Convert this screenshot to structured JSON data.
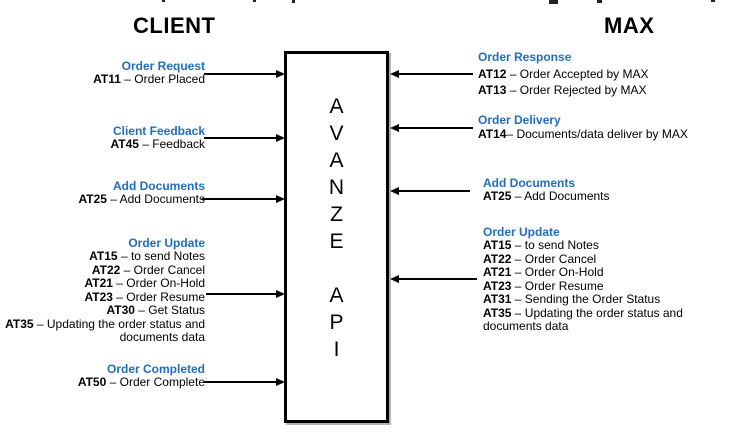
{
  "titles": {
    "client": "CLIENT",
    "max": "MAX"
  },
  "api_box": {
    "letters": [
      "A",
      "V",
      "A",
      "N",
      "Z",
      "E",
      "",
      "A",
      "P",
      "I"
    ]
  },
  "colors": {
    "heading_blue": "#1f6fbe",
    "body_text": "#000000",
    "arrow": "#000000"
  },
  "client_sections": [
    {
      "heading": "Order Request",
      "lines": [
        {
          "code": "AT11",
          "rest": " – Order Placed"
        }
      ]
    },
    {
      "heading": "Client Feedback",
      "lines": [
        {
          "code": "AT45",
          "rest": " – Feedback"
        }
      ]
    },
    {
      "heading": "Add Documents",
      "lines": [
        {
          "code": "AT25",
          "rest": " – Add Documents"
        }
      ]
    },
    {
      "heading": "Order Update",
      "lines": [
        {
          "code": "AT15",
          "rest": " – to send Notes"
        },
        {
          "code": "AT22",
          "rest": " – Order Cancel"
        },
        {
          "code": "AT21",
          "rest": " – Order On-Hold"
        },
        {
          "code": "AT23",
          "rest": " – Order Resume"
        },
        {
          "code": "AT30",
          "rest": " – Get Status"
        },
        {
          "code": "AT35",
          "rest": " – Updating the order status and\ndocuments data"
        }
      ]
    },
    {
      "heading": "Order Completed",
      "lines": [
        {
          "code": "AT50",
          "rest": " – Order Complete"
        }
      ]
    }
  ],
  "max_sections": [
    {
      "heading": "Order Response",
      "lines": [
        {
          "code": "AT12",
          "rest": " – Order Accepted by MAX"
        },
        {
          "code": "AT13",
          "rest": " – Order Rejected by MAX"
        }
      ]
    },
    {
      "heading": "Order Delivery",
      "lines": [
        {
          "code": "AT14",
          "rest": "– Documents/data deliver by MAX"
        }
      ]
    },
    {
      "heading": "Add Documents",
      "lines": [
        {
          "code": "AT25",
          "rest": " – Add Documents"
        }
      ]
    },
    {
      "heading": "Order Update",
      "lines": [
        {
          "code": "AT15",
          "rest": " – to send Notes"
        },
        {
          "code": "AT22",
          "rest": " – Order Cancel"
        },
        {
          "code": "AT21",
          "rest": " – Order On-Hold"
        },
        {
          "code": "AT23",
          "rest": " – Order Resume"
        },
        {
          "code": "AT31",
          "rest": " – Sending the Order Status"
        },
        {
          "code": "AT35",
          "rest": " – Updating the order status and\ndocuments data"
        }
      ]
    }
  ]
}
